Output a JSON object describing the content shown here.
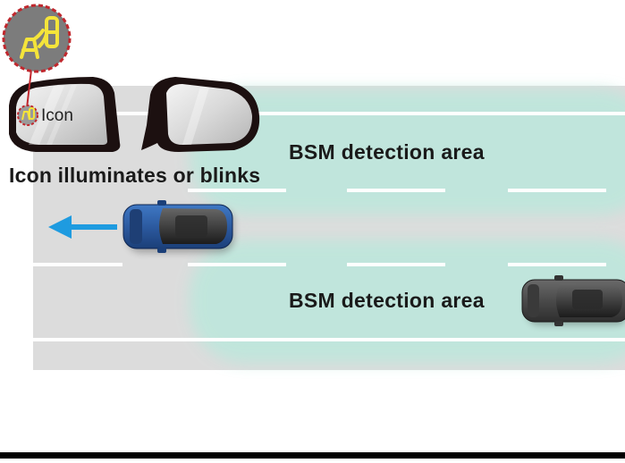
{
  "labels": {
    "detection_area_upper": "BSM detection area",
    "detection_area_lower": "BSM detection area",
    "caption": "Icon illuminates or blinks",
    "icon_callout": "Icon"
  },
  "colors": {
    "road": "#dcdcdc",
    "lane_marking": "#ffffff",
    "detection_area": "#bfe6dc",
    "ego_car": "#2f5ea8",
    "other_car": "#4a4a4a",
    "arrow": "#1e9be0",
    "indicator": "#f4e43a",
    "callout_ring": "#c0272d",
    "mirror_housing": "#1c1010"
  },
  "icons": [
    "bsm-warning-icon",
    "direction-arrow-icon",
    "side-mirror-icon"
  ]
}
